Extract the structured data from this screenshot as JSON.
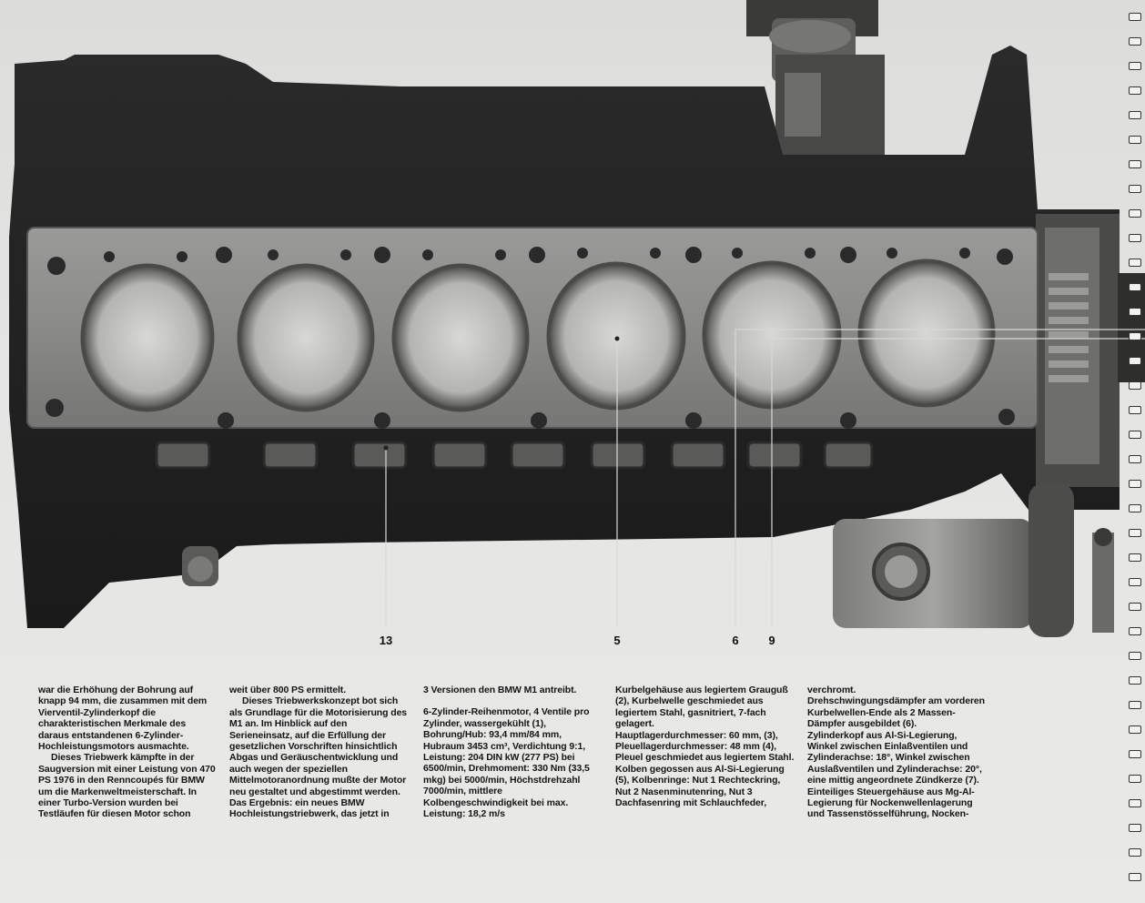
{
  "callouts": [
    {
      "id": "13",
      "label": "13"
    },
    {
      "id": "5",
      "label": "5"
    },
    {
      "id": "6",
      "label": "6"
    },
    {
      "id": "9",
      "label": "9"
    }
  ],
  "columns": [
    {
      "paragraphs": [
        {
          "text": "war die Erhöhung der Bohrung auf knapp 94 mm, die zusammen mit dem Vierventil-Zylinderkopf die charakteristischen Merkmale des daraus entstandenen 6-Zylinder-Hochleistungsmotors ausmachte.",
          "style": "plain"
        },
        {
          "text": "Dieses Triebwerk kämpfte in der Saugversion mit einer Leistung von 470 PS 1976 in den Renncoupés für BMW um die Markenweltmeisterschaft. In einer Turbo-Version wurden bei Testläufen für diesen Motor schon",
          "style": "indent"
        }
      ]
    },
    {
      "paragraphs": [
        {
          "text": "weit über 800 PS ermittelt.",
          "style": "plain"
        },
        {
          "text": "Dieses Triebwerkskonzept bot sich als Grundlage für die Motorisierung des M1 an. Im Hinblick auf den Serieneinsatz, auf die Erfüllung der gesetzlichen Vorschriften hinsichtlich Abgas und Geräuschentwicklung und auch wegen der speziellen Mittelmotoranordnung mußte der Motor neu gestaltet und abgestimmt werden. Das Ergebnis: ein neues BMW Hochleistungstriebwerk, das jetzt in",
          "style": "indent"
        }
      ]
    },
    {
      "paragraphs": [
        {
          "text": "3 Versionen den BMW M1 antreibt.",
          "style": "plain"
        },
        {
          "text": "6-Zylinder-Reihenmotor, 4 Ventile pro Zylinder, wassergekühlt (1), Bohrung/Hub: 93,4 mm/84 mm, Hubraum 3453 cm³, Verdichtung 9:1, Leistung: 204 DIN kW (277 PS) bei 6500/min, Drehmoment: 330 Nm (33,5 mkg) bei 5000/min, Höchstdrehzahl 7000/min, mittlere Kolbengeschwindigkeit bei max. Leistung: 18,2 m/s",
          "style": "gap"
        }
      ]
    },
    {
      "paragraphs": [
        {
          "text": "Kurbelgehäuse aus legiertem Grauguß (2), Kurbelwelle geschmiedet aus legiertem Stahl, gasnitriert, 7-fach gelagert.",
          "style": "plain"
        },
        {
          "text": "Hauptlagerdurchmesser: 60 mm, (3), Pleuellagerdurchmesser: 48 mm (4), Pleuel geschmiedet aus legiertem Stahl.",
          "style": "plain"
        },
        {
          "text": "Kolben gegossen aus Al-Si-Legierung (5), Kolbenringe: Nut 1 Rechteckring, Nut 2 Nasenminutenring, Nut 3 Dachfasenring mit Schlauchfeder,",
          "style": "plain"
        }
      ]
    },
    {
      "paragraphs": [
        {
          "text": "verchromt.",
          "style": "plain"
        },
        {
          "text": "Drehschwingungsdämpfer am vorderen Kurbelwellen-Ende als 2 Massen-Dämpfer ausgebildet (6).",
          "style": "plain"
        },
        {
          "text": "Zylinderkopf aus Al-Si-Legierung, Winkel zwischen Einlaßventilen und Zylinderachse: 18°, Winkel zwischen Auslaßventilen und Zylinderachse: 20°, eine mittig angeordnete Zündkerze (7).",
          "style": "plain"
        },
        {
          "text": "Einteiliges Steuergehäuse aus Mg-Al-Legierung für Nockenwellenlagerung und Tassenstösselführung, Nocken-",
          "style": "plain"
        }
      ]
    }
  ]
}
